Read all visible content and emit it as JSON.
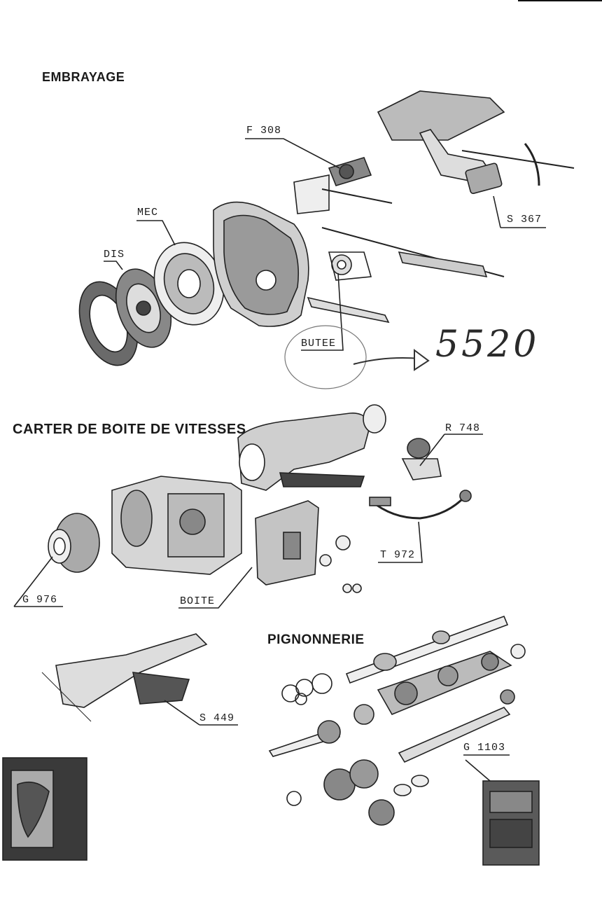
{
  "sections": {
    "embrayage": {
      "title": "EMBRAYAGE"
    },
    "carter": {
      "title": "CARTER DE BOITE DE VITESSES"
    },
    "pignonnerie": {
      "title": "PIGNONNERIE"
    }
  },
  "callouts": {
    "f308": "F 308",
    "mec": "MEC",
    "dis": "DIS",
    "s367": "S 367",
    "butee": "BUTEE",
    "r748": "R 748",
    "t972": "T 972",
    "g976": "G 976",
    "boite": "BOITE",
    "s449": "S 449",
    "g1103": "G 1103"
  },
  "handwritten_note": "5520"
}
